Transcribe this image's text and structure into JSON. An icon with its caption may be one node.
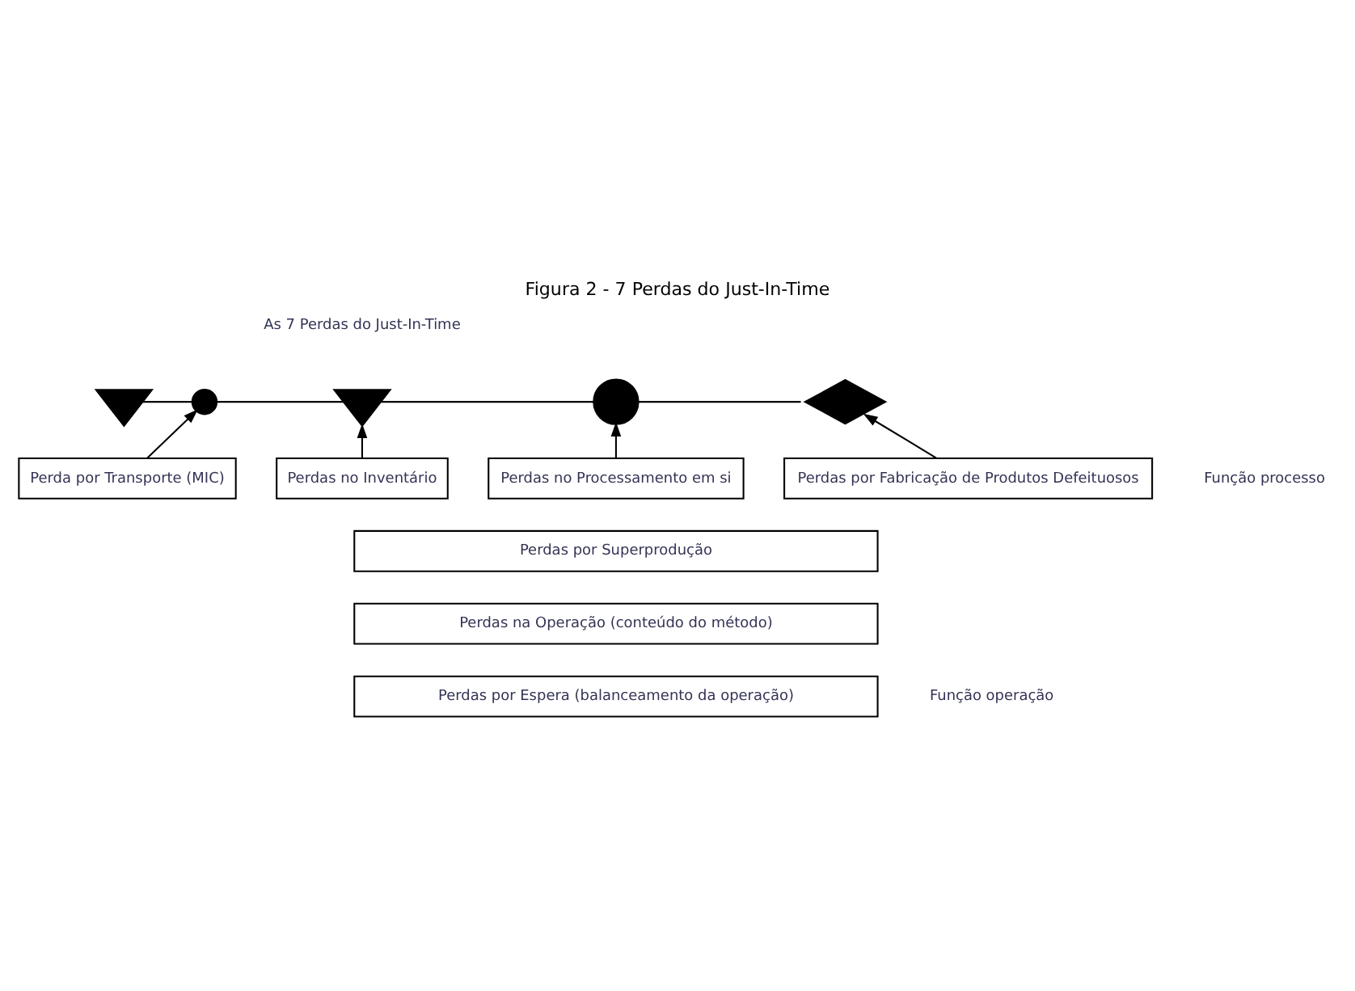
{
  "diagram": {
    "title": "Figura 2 - 7 Perdas do Just-In-Time",
    "nodes": [
      {
        "text": [],
        "shape": "triangle"
      },
      {
        "text": [],
        "shape": "circle"
      },
      {
        "text": [],
        "shape": "triangle"
      },
      {
        "text": [],
        "shape": "circle"
      },
      {
        "text": [],
        "shape": "diamond"
      },
      {
        "text": [
          "Perda por Transporte (MIC)"
        ]
      },
      {
        "text": [
          "Perdas no Inventário"
        ]
      },
      {
        "text": [
          "Perdas no Processamento em si"
        ]
      },
      {
        "text": [
          "Perdas por Fabricação de Produtos Defeituosos"
        ]
      },
      {
        "text": [
          "Perdas por Superprodução"
        ]
      },
      {
        "text": [
          "Perdas na Operação (conteúdo do método)"
        ]
      },
      {
        "text": [
          "Perdas por Espera (balanceamento da operação)"
        ]
      }
    ],
    "edges": [
      {
        "from": 0,
        "to": 1,
        "arrow": "none"
      },
      {
        "from": 1,
        "to": 2,
        "arrow": "none"
      },
      {
        "from": 2,
        "to": 3,
        "arrow": "none"
      },
      {
        "from": 3,
        "to": 4,
        "arrow": "none"
      },
      {
        "from": 5,
        "to": 1,
        "arrow": "to"
      },
      {
        "from": 6,
        "to": 2,
        "arrow": "to"
      },
      {
        "from": 7,
        "to": 3,
        "arrow": "to"
      },
      {
        "from": 8,
        "to": 4,
        "arrow": "to"
      }
    ],
    "labels": [
      "As 7 Perdas do Just-In-Time",
      "Função processo",
      "Função operação"
    ]
  }
}
